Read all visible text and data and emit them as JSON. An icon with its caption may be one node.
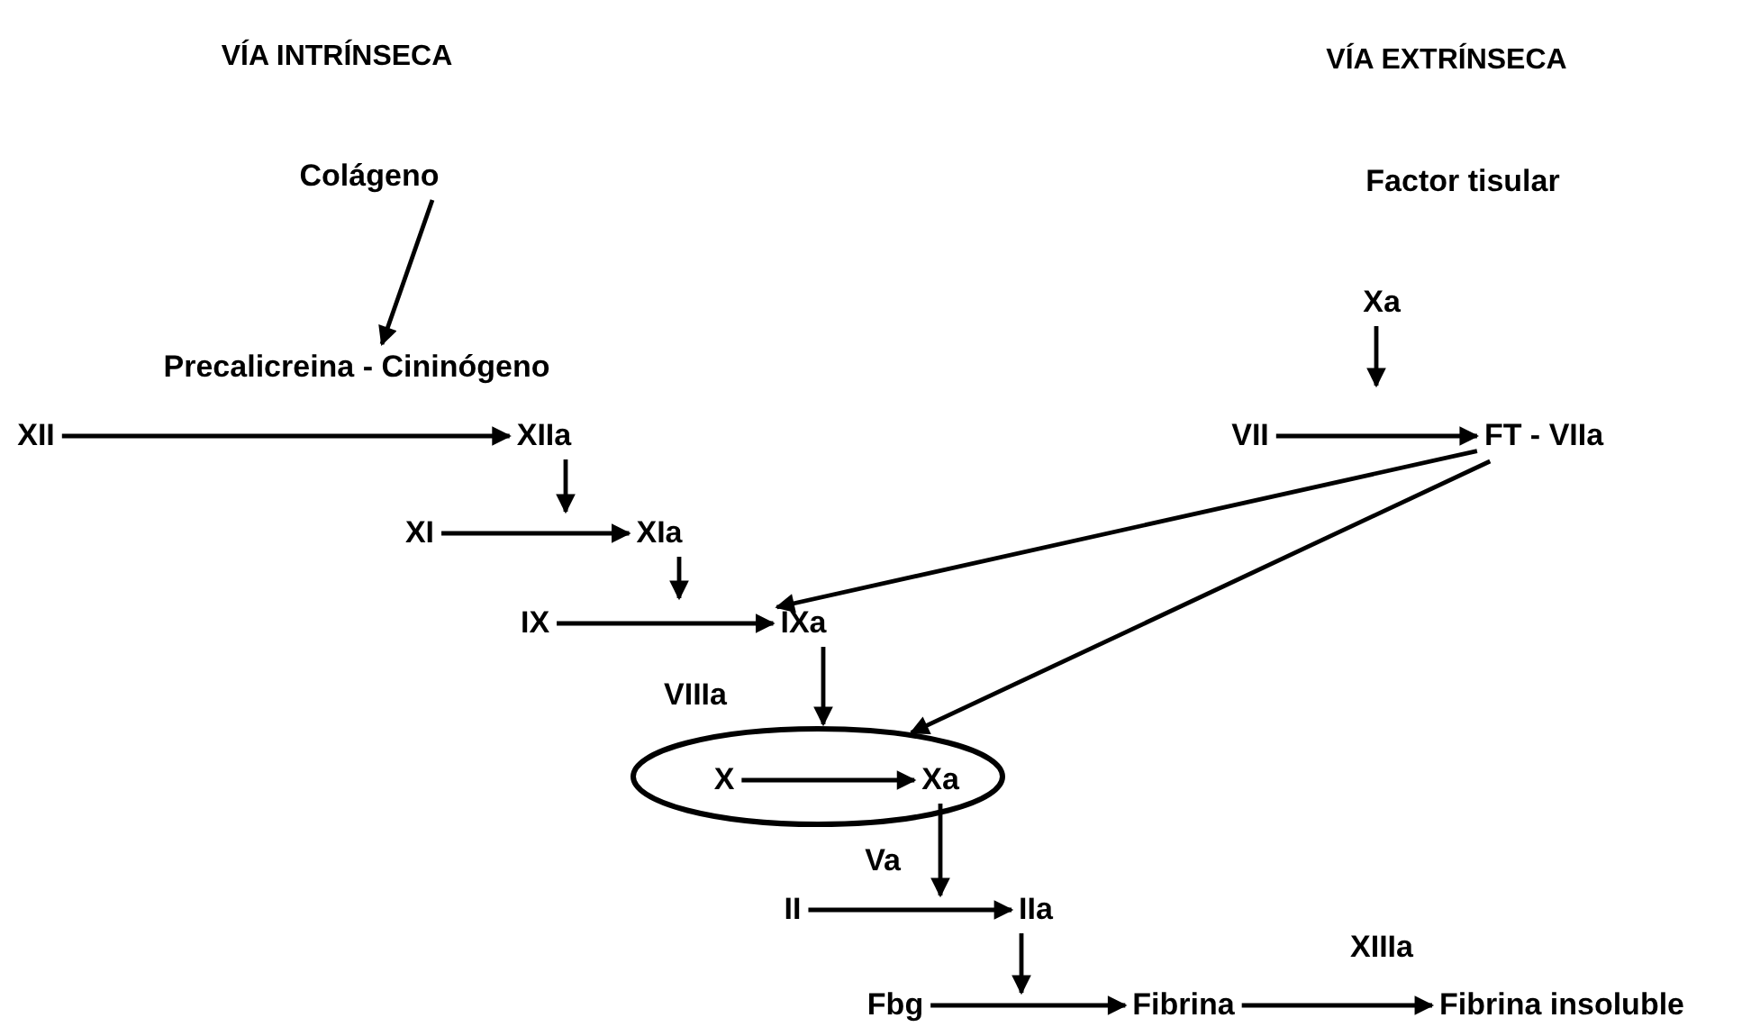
{
  "diagram": {
    "nodes": [
      {
        "text": [
          "Colágeno"
        ]
      },
      {
        "text": [
          "Precalicreina - Cininógeno"
        ]
      },
      {
        "text": [
          "XII"
        ]
      },
      {
        "text": [
          "XIIa"
        ]
      },
      {
        "text": [
          "XI"
        ]
      },
      {
        "text": [
          "XIa"
        ]
      },
      {
        "text": [
          "IX"
        ]
      },
      {
        "text": [
          "IXa"
        ]
      },
      {
        "text": [],
        "shape": "ellipse"
      },
      {
        "text": [
          "X"
        ],
        "in": 8
      },
      {
        "text": [
          "Xa"
        ],
        "in": 8
      },
      {
        "text": [
          "II"
        ]
      },
      {
        "text": [
          "IIa"
        ]
      },
      {
        "text": [
          "Fbg"
        ]
      },
      {
        "text": [
          "Fibrina"
        ]
      },
      {
        "text": [
          "Fibrina insoluble"
        ]
      },
      {
        "text": [
          "Xa"
        ]
      },
      {
        "text": [
          "VII"
        ]
      },
      {
        "text": [
          "FT - VIIa"
        ]
      }
    ],
    "edges": [
      {
        "from": 0,
        "to": 1,
        "arrow": "to"
      },
      {
        "from": 2,
        "to": 3,
        "arrow": "to"
      },
      {
        "from": 3,
        "to": null,
        "arrow": "to"
      },
      {
        "from": 4,
        "to": 5,
        "arrow": "to"
      },
      {
        "from": 5,
        "to": null,
        "arrow": "to"
      },
      {
        "from": 18,
        "to": 7,
        "arrow": "to"
      },
      {
        "from": 6,
        "to": 7,
        "arrow": "to"
      },
      {
        "from": 7,
        "to": 8,
        "arrow": "to"
      },
      {
        "from": 18,
        "to": 8,
        "arrow": "to"
      },
      {
        "from": 9,
        "to": 10,
        "arrow": "to"
      },
      {
        "from": 10,
        "to": null,
        "arrow": "to"
      },
      {
        "from": 11,
        "to": 12,
        "arrow": "to"
      },
      {
        "from": 12,
        "to": null,
        "arrow": "to"
      },
      {
        "from": 13,
        "to": 14,
        "arrow": "to"
      },
      {
        "from": 14,
        "to": 15,
        "arrow": "to"
      },
      {
        "from": 16,
        "to": null,
        "arrow": "to"
      },
      {
        "from": 17,
        "to": 18,
        "arrow": "to"
      }
    ],
    "labels": [
      "VÍA INTRÍNSECA",
      "VÍA EXTRÍNSECA",
      "Factor tisular",
      "VIIIa",
      "Va",
      "XIIIa"
    ]
  }
}
